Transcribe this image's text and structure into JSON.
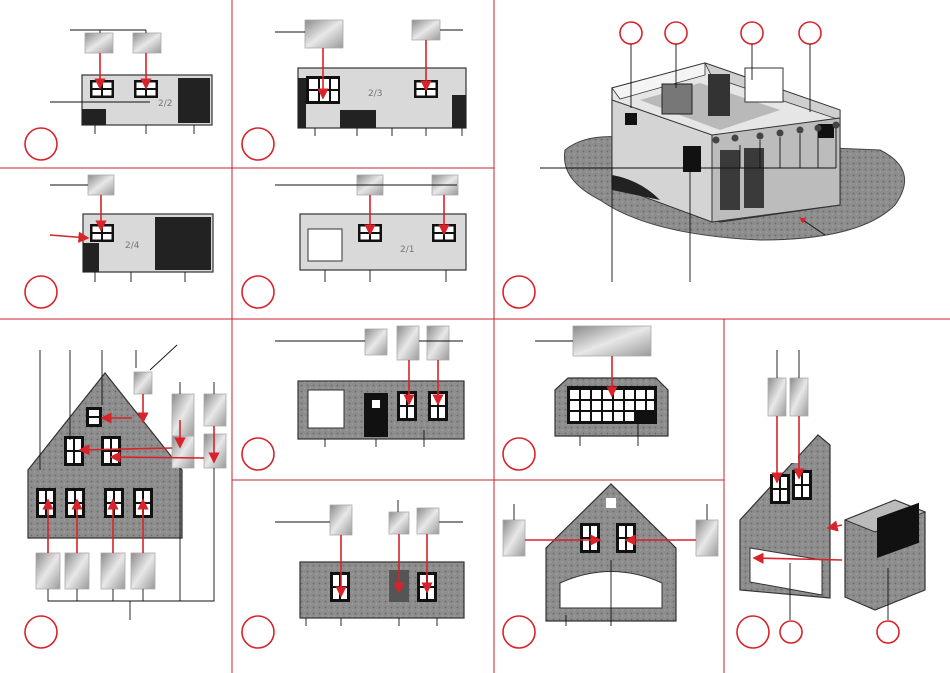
{
  "panels": [
    {
      "id": "p1",
      "wall_label": "2/2"
    },
    {
      "id": "p2",
      "wall_label": "2/3"
    },
    {
      "id": "p3",
      "wall_label": "2/4"
    },
    {
      "id": "p4",
      "wall_label": "2/1"
    },
    {
      "id": "p5",
      "wall_label": ""
    },
    {
      "id": "p6",
      "wall_label": ""
    },
    {
      "id": "p7",
      "wall_label": ""
    },
    {
      "id": "p8",
      "wall_label": ""
    },
    {
      "id": "p9",
      "wall_label": ""
    },
    {
      "id": "p10",
      "wall_label": ""
    },
    {
      "id": "p11",
      "wall_label": ""
    },
    {
      "id": "p12",
      "wall_label": ""
    }
  ],
  "colors": {
    "accent": "#d8232a",
    "line": "#111111",
    "wall": "#d9d9d9"
  }
}
